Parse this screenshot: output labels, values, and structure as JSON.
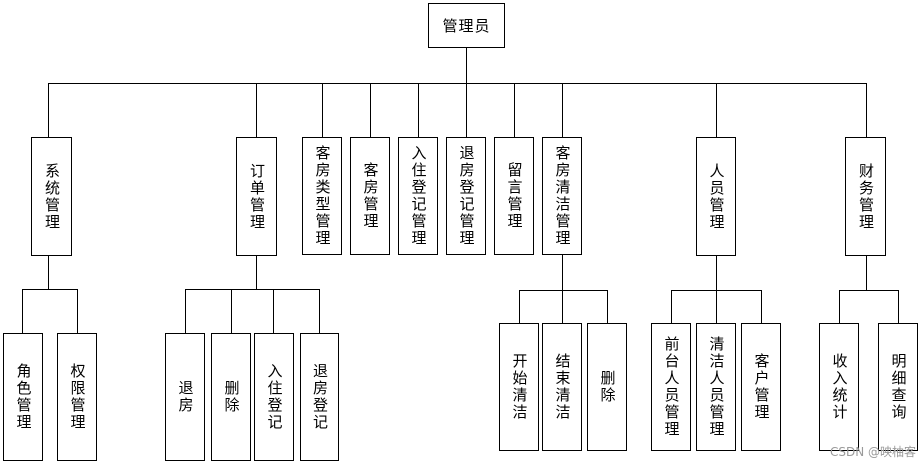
{
  "root": "管理员",
  "level1": [
    "系统管理",
    "订单管理",
    "客房类型管理",
    "客房管理",
    "入住登记管理",
    "退房登记管理",
    "留言管理",
    "客房清洁管理",
    "人员管理",
    "财务管理"
  ],
  "children": {
    "system": [
      "角色管理",
      "权限管理"
    ],
    "order": [
      "退房",
      "删除",
      "入住登记",
      "退房登记"
    ],
    "cleaning": [
      "开始清洁",
      "结束清洁",
      "删除"
    ],
    "personnel": [
      "前台人员管理",
      "清洁人员管理",
      "客户管理"
    ],
    "finance": [
      "收入统计",
      "明细查询"
    ]
  },
  "watermark": "CSDN @映柚客"
}
